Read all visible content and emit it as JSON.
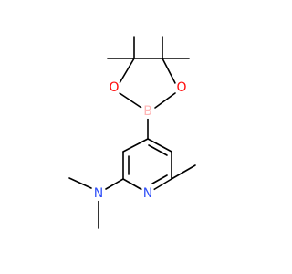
{
  "molecule": {
    "atoms": {
      "oxygen_left": "O",
      "oxygen_right": "O",
      "boron": "B",
      "nitrogen_ring": "N",
      "nitrogen_amine": "N"
    },
    "colors": {
      "bond": "#000000",
      "oxygen": "#ff0d0d",
      "boron": "#ffb5b5",
      "nitrogen": "#3050f8"
    }
  }
}
